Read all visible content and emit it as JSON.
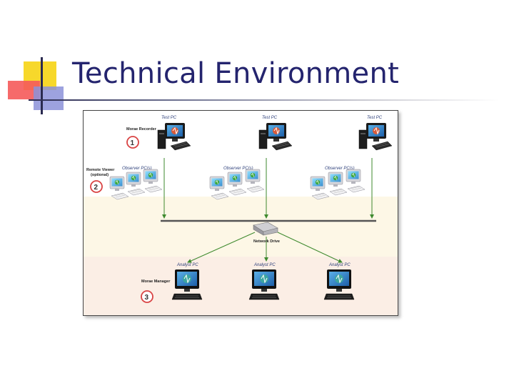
{
  "slide": {
    "title": "Technical Environment"
  },
  "diagram": {
    "test_pc_label": "Test PC",
    "observer_label": "Observer PC(s)",
    "analyst_label": "Analyst PC",
    "morae_recorder": "Morae Recorder",
    "remote_viewer_line1": "Remote Viewer",
    "remote_viewer_line2": "(optional)",
    "morae_manager": "Morae Manager",
    "network_drive": "Network Drive",
    "step1": "1",
    "step2": "2",
    "step3": "3"
  },
  "colors": {
    "title": "#24246e",
    "arrow": "#3e8a2e",
    "network": "#555555",
    "badge": "#d94444"
  }
}
